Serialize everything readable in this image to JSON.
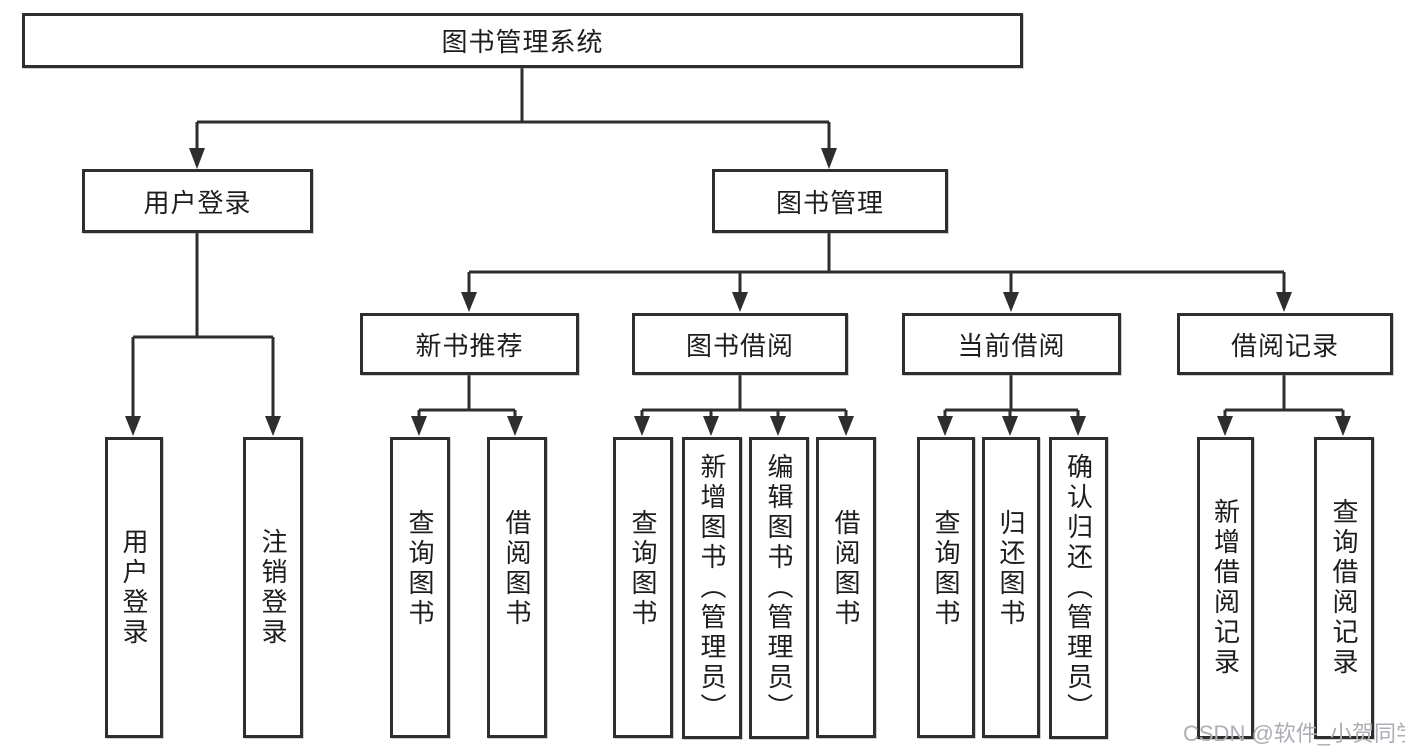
{
  "diagram": {
    "root": {
      "label": "图书管理系统",
      "children": [
        {
          "label": "用户登录",
          "children": [
            {
              "label": "用户登录"
            },
            {
              "label": "注销登录"
            }
          ]
        },
        {
          "label": "图书管理",
          "children": [
            {
              "label": "新书推荐",
              "children": [
                {
                  "label": "查询图书"
                },
                {
                  "label": "借阅图书"
                }
              ]
            },
            {
              "label": "图书借阅",
              "children": [
                {
                  "label": "查询图书"
                },
                {
                  "label": "新增图书（管理员）"
                },
                {
                  "label": "编辑图书（管理员）"
                },
                {
                  "label": "借阅图书"
                }
              ]
            },
            {
              "label": "当前借阅",
              "children": [
                {
                  "label": "查询图书"
                },
                {
                  "label": "归还图书"
                },
                {
                  "label": "确认归还（管理员）"
                }
              ]
            },
            {
              "label": "借阅记录",
              "children": [
                {
                  "label": "新增借阅记录"
                },
                {
                  "label": "查询借阅记录"
                }
              ]
            }
          ]
        }
      ]
    }
  },
  "watermark": {
    "text": "CSDN @软件_小贺同学"
  },
  "colors": {
    "line": "#2e2e2e",
    "text": "#1d1d1d",
    "background": "#ffffff",
    "watermark": "#abaeb4"
  }
}
